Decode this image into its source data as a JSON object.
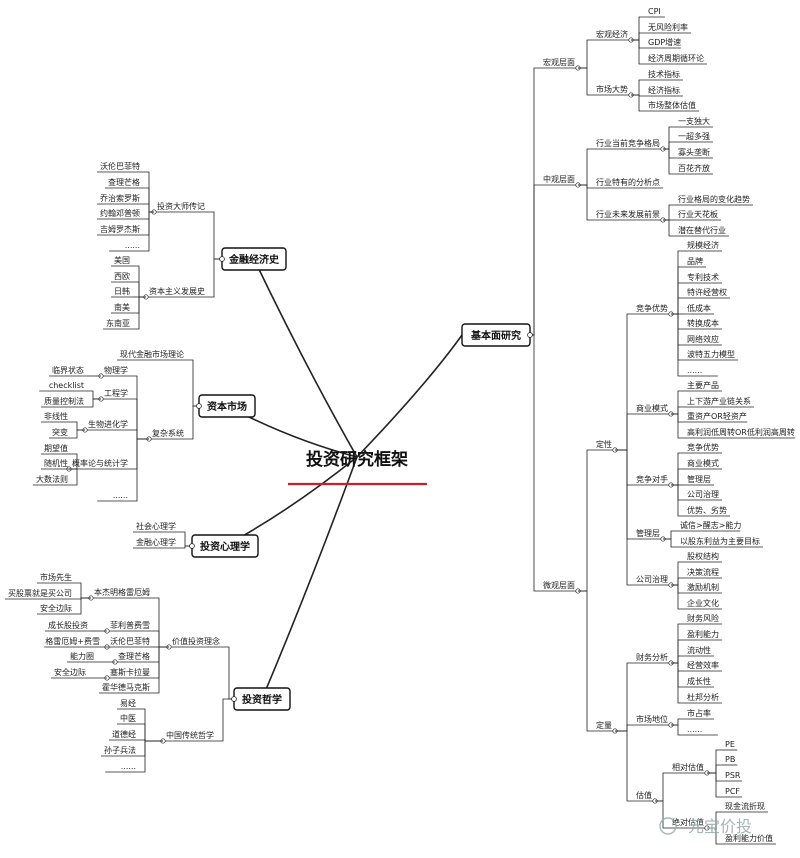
{
  "title": "投资研究框架",
  "watermark": "元宝价投",
  "branches": [
    {
      "label": "基本面研究",
      "children": [
        {
          "label": "宏观层面",
          "children": [
            {
              "label": "宏观经济",
              "children": [
                {
                  "label": "CPI"
                },
                {
                  "label": "无风险利率"
                },
                {
                  "label": "GDP增速"
                },
                {
                  "label": "经济周期循环论"
                }
              ]
            },
            {
              "label": "市场大势",
              "children": [
                {
                  "label": "技术指标"
                },
                {
                  "label": "经济指标"
                },
                {
                  "label": "市场整体估值"
                }
              ]
            }
          ]
        },
        {
          "label": "中观层面",
          "children": [
            {
              "label": "行业当前竞争格局",
              "children": [
                {
                  "label": "一支独大"
                },
                {
                  "label": "一超多强"
                },
                {
                  "label": "寡头垄断"
                },
                {
                  "label": "百花齐放"
                }
              ]
            },
            {
              "label": "行业特有的分析点"
            },
            {
              "label": "行业未来发展前景",
              "children": [
                {
                  "label": "行业格局的变化趋势"
                },
                {
                  "label": "行业天花板"
                },
                {
                  "label": "潜在替代行业"
                }
              ]
            }
          ]
        },
        {
          "label": "微观层面",
          "children": [
            {
              "label": "定性",
              "children": [
                {
                  "label": "竞争优势",
                  "children": [
                    {
                      "label": "规模经济"
                    },
                    {
                      "label": "品牌"
                    },
                    {
                      "label": "专利技术"
                    },
                    {
                      "label": "特许经营权"
                    },
                    {
                      "label": "低成本"
                    },
                    {
                      "label": "转换成本"
                    },
                    {
                      "label": "网络效应"
                    },
                    {
                      "label": "波特五力模型"
                    },
                    {
                      "label": "......"
                    }
                  ]
                },
                {
                  "label": "商业模式",
                  "children": [
                    {
                      "label": "主要产品"
                    },
                    {
                      "label": "上下游产业链关系"
                    },
                    {
                      "label": "重资产OR轻资产"
                    },
                    {
                      "label": "高利润低周转OR低利润高周转"
                    }
                  ]
                },
                {
                  "label": "竞争对手",
                  "children": [
                    {
                      "label": "竞争优势"
                    },
                    {
                      "label": "商业模式"
                    },
                    {
                      "label": "管理层"
                    },
                    {
                      "label": "公司治理"
                    },
                    {
                      "label": "优势、劣势"
                    }
                  ]
                },
                {
                  "label": "管理层",
                  "children": [
                    {
                      "label": "诚信>醒志>能力"
                    },
                    {
                      "label": "以股东利益为主要目标"
                    }
                  ]
                },
                {
                  "label": "公司治理",
                  "children": [
                    {
                      "label": "股权结构"
                    },
                    {
                      "label": "决策流程"
                    },
                    {
                      "label": "激励机制"
                    },
                    {
                      "label": "企业文化"
                    }
                  ]
                }
              ]
            },
            {
              "label": "定量",
              "children": [
                {
                  "label": "财务分析",
                  "children": [
                    {
                      "label": "财务风险"
                    },
                    {
                      "label": "盈利能力"
                    },
                    {
                      "label": "流动性"
                    },
                    {
                      "label": "经营效率"
                    },
                    {
                      "label": "成长性"
                    },
                    {
                      "label": "杜邦分析"
                    }
                  ]
                },
                {
                  "label": "市场地位",
                  "children": [
                    {
                      "label": "市占率"
                    },
                    {
                      "label": "......"
                    }
                  ]
                },
                {
                  "label": "估值",
                  "children": [
                    {
                      "label": "相对估值",
                      "children": [
                        {
                          "label": "PE"
                        },
                        {
                          "label": "PB"
                        },
                        {
                          "label": "PSR"
                        },
                        {
                          "label": "PCF"
                        }
                      ]
                    },
                    {
                      "label": "绝对估值",
                      "children": [
                        {
                          "label": "现金流折现"
                        },
                        {
                          "label": "盈利能力价值"
                        }
                      ]
                    }
                  ]
                }
              ]
            }
          ]
        }
      ]
    },
    {
      "label": "金融经济史",
      "children": [
        {
          "label": "投资大师传记",
          "children": [
            {
              "label": "沃伦巴菲特"
            },
            {
              "label": "查理芒格"
            },
            {
              "label": "乔治索罗斯"
            },
            {
              "label": "约翰邓普顿"
            },
            {
              "label": "吉姆罗杰斯"
            },
            {
              "label": "......"
            }
          ]
        },
        {
          "label": "资本主义发展史",
          "children": [
            {
              "label": "美国"
            },
            {
              "label": "西欧"
            },
            {
              "label": "日韩"
            },
            {
              "label": "南美"
            },
            {
              "label": "东南亚"
            }
          ]
        }
      ]
    },
    {
      "label": "资本市场",
      "children": [
        {
          "label": "现代金融市场理论"
        },
        {
          "label": "复杂系统",
          "children": [
            {
              "label": "物理学",
              "children": [
                {
                  "label": "临界状态"
                }
              ]
            },
            {
              "label": "工程学",
              "children": [
                {
                  "label": "checklist"
                },
                {
                  "label": "质量控制法"
                }
              ]
            },
            {
              "label": "生物进化学",
              "children": [
                {
                  "label": "非线性"
                },
                {
                  "label": "突变"
                }
              ]
            },
            {
              "label": "概率论与统计学",
              "children": [
                {
                  "label": "期望值"
                },
                {
                  "label": "随机性"
                },
                {
                  "label": "大数法则"
                }
              ]
            },
            {
              "label": "......"
            }
          ]
        }
      ]
    },
    {
      "label": "投资心理学",
      "children": [
        {
          "label": "社会心理学"
        },
        {
          "label": "金融心理学"
        }
      ]
    },
    {
      "label": "投资哲学",
      "children": [
        {
          "label": "价值投资理念",
          "children": [
            {
              "label": "本杰明格雷厄姆",
              "children": [
                {
                  "label": "市场先生"
                },
                {
                  "label": "买股票就是买公司"
                },
                {
                  "label": "安全边际"
                }
              ]
            },
            {
              "label": "菲利普费雪",
              "children": [
                {
                  "label": "成长股投资"
                }
              ]
            },
            {
              "label": "沃伦巴菲特",
              "children": [
                {
                  "label": "格雷厄姆+费雪"
                }
              ]
            },
            {
              "label": "查理芒格",
              "children": [
                {
                  "label": "能力圈"
                }
              ]
            },
            {
              "label": "塞斯卡拉曼",
              "children": [
                {
                  "label": "安全边际"
                }
              ]
            },
            {
              "label": "霍华德马克斯"
            }
          ]
        },
        {
          "label": "中国传统哲学",
          "children": [
            {
              "label": "易经"
            },
            {
              "label": "中医"
            },
            {
              "label": "道德经"
            },
            {
              "label": "孙子兵法"
            },
            {
              "label": "......"
            }
          ]
        }
      ]
    }
  ]
}
